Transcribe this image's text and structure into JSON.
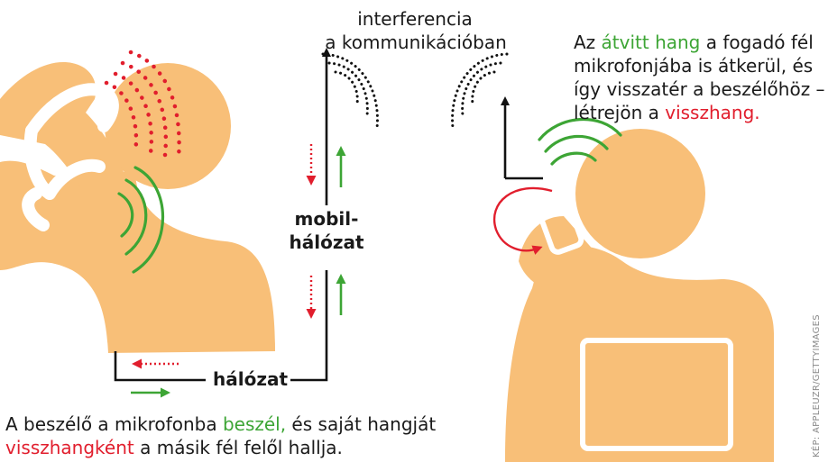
{
  "colors": {
    "figure": "#f8bf78",
    "phone_outline": "#ffffff",
    "speech_green": "#3da535",
    "echo_red": "#e11e2d",
    "line_black": "#111111"
  },
  "interference": {
    "line1": "interferencia",
    "line2": "a kommunikációban"
  },
  "right_caption": {
    "l1_a": "Az ",
    "l1_b": "átvitt hang",
    "l1_c": " a fogadó fél",
    "l2": "mikrofonjába is átkerül, és",
    "l3": "így visszatér a beszélőhöz –",
    "l4_a": "létrejön a ",
    "l4_b": "visszhang."
  },
  "mobile_network": {
    "line1": "mobil-",
    "line2": "hálózat"
  },
  "network": "hálózat",
  "bottom_caption": {
    "l1_a": "A beszélő a mikrofonba ",
    "l1_b": "beszél,",
    "l1_c": " és saját hangját",
    "l2_a": "visszhangként",
    "l2_b": " a másik fél felől hallja."
  },
  "credit": "KÉP: APPLEUZR/GETTYIMAGES",
  "icons": [
    "person-left",
    "person-right",
    "phone-left",
    "phone-right",
    "laptop",
    "sound-waves",
    "interference-waves"
  ]
}
